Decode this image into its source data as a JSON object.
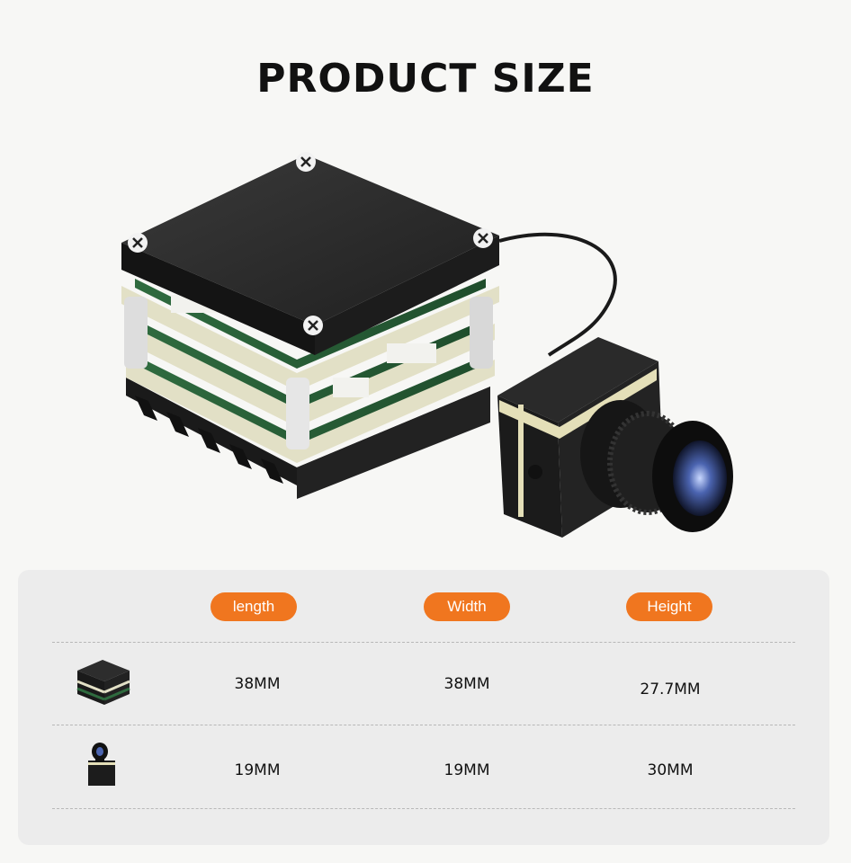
{
  "page": {
    "title": "PRODUCT SIZE"
  },
  "table": {
    "headers": [
      "length",
      "Width",
      "Height"
    ],
    "rows": [
      {
        "item_icon": "vtx-board-stack-thumbnail",
        "length": "38MM",
        "width": "38MM",
        "height": "27.7MM"
      },
      {
        "item_icon": "camera-module-thumbnail",
        "length": "19MM",
        "width": "19MM",
        "height": "30MM"
      }
    ]
  },
  "colors": {
    "accent": "#f0761f",
    "panel": "#ececec",
    "background": "#f7f7f5"
  },
  "icons": [
    "board-stack-image",
    "camera-image",
    "cable-image",
    "lens-image"
  ]
}
